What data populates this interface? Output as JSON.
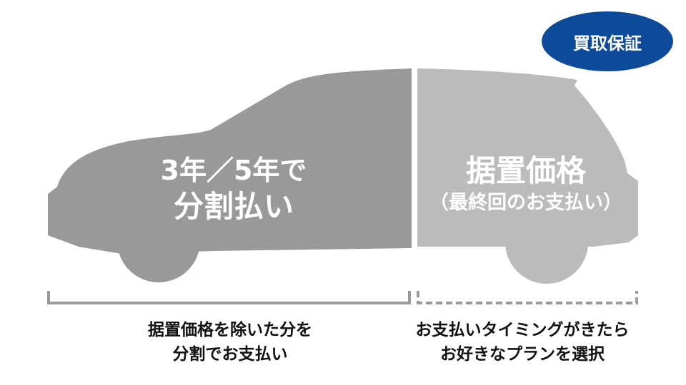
{
  "badge": {
    "label": "買取保証"
  },
  "left_section": {
    "line1": "3年／5年で",
    "line2": "分割払い"
  },
  "right_section": {
    "line1": "据置価格",
    "line2": "（最終回のお支払い）"
  },
  "left_caption": {
    "line1": "据置価格を除いた分を",
    "line2": "分割でお支払い"
  },
  "right_caption": {
    "line1": "お支払いタイミングがきたら",
    "line2": "お好きなプランを選択"
  },
  "colors": {
    "left_body": "#999999",
    "right_body": "#bbbbbb",
    "badge": "#0d4a9a",
    "bracket": "#999999"
  }
}
